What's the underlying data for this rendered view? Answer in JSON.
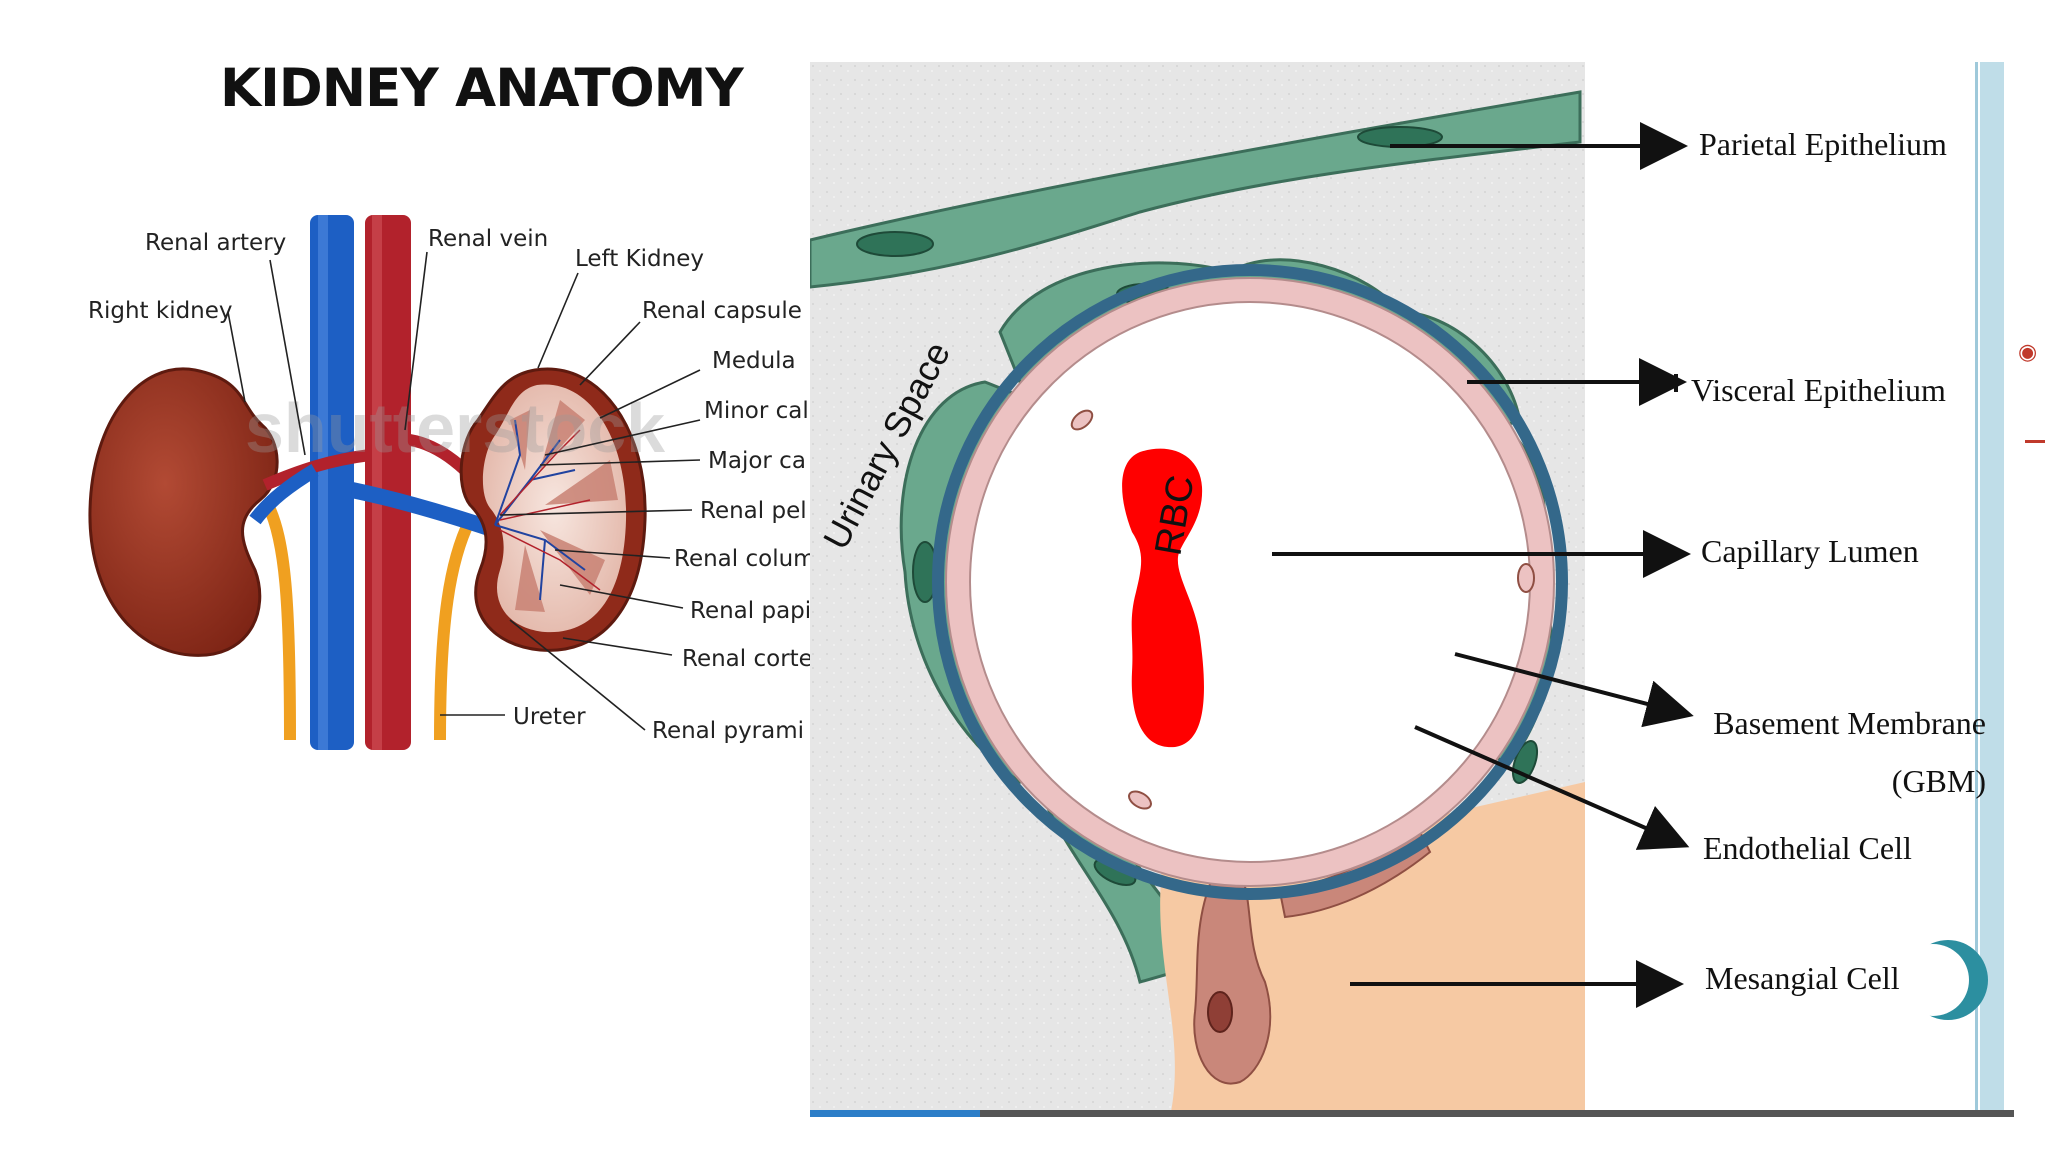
{
  "kidney": {
    "title": "KIDNEY ANATOMY",
    "watermark": "shutterstock",
    "labels": {
      "right_kidney": "Right kidney",
      "renal_artery": "Renal artery",
      "renal_vein": "Renal vein",
      "left_kidney": "Left Kidney",
      "renal_capsule": "Renal capsule",
      "medula": "Medula",
      "minor_cal": "Minor cal",
      "major_ca": "Major ca",
      "renal_pel": "Renal pel",
      "renal_colum": "Renal colum",
      "renal_papi": "Renal papi",
      "renal_corte": "Renal corte",
      "ureter": "Ureter",
      "renal_pyrami": "Renal pyrami"
    }
  },
  "glomerulus": {
    "urinary_space": "Urinary Space",
    "rbc": "RBC",
    "labels": {
      "parietal": "Parietal Epithelium",
      "visceral": "Visceral Epithelium",
      "lumen": "Capillary Lumen",
      "gbm_line1": "Basement Membrane",
      "gbm_line2": "(GBM)",
      "endothelial": "Endothelial Cell",
      "mesangial": "Mesangial Cell"
    }
  },
  "colors": {
    "artery": "#b2222c",
    "vein": "#1d5fc4",
    "kidney": "#8f2a1a",
    "ureter": "#f0a020",
    "epithelium": "#5f9c82",
    "gbm": "#34688a",
    "endothelium": "#ecc2c2",
    "mesangium": "#c9877a",
    "rbc": "#ff0000"
  }
}
